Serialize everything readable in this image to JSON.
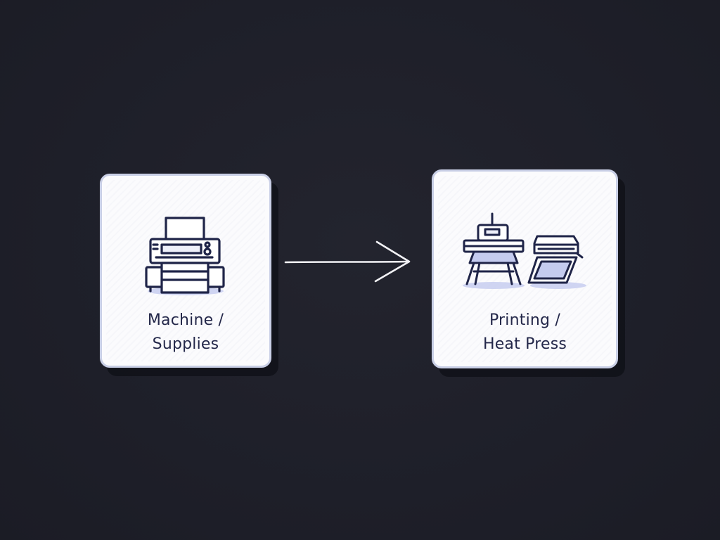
{
  "nodes": [
    {
      "icon": "printer-icon",
      "label_lines": [
        "Machine /",
        "Supplies"
      ]
    },
    {
      "icons": [
        "heat-press-icon",
        "clamshell-press-icon"
      ],
      "label_lines": [
        "Printing /",
        "Heat Press"
      ]
    }
  ],
  "edges": [
    {
      "from": 0,
      "to": 1,
      "style": "arrow"
    }
  ],
  "colors": {
    "background": "#1e1f29",
    "card": "#fbfbfd",
    "card_border": "#c9cfe6",
    "icon_stroke": "#1f2448",
    "icon_accent": "#c4cbef",
    "text": "#24284a",
    "arrow": "#f2f2f5"
  }
}
